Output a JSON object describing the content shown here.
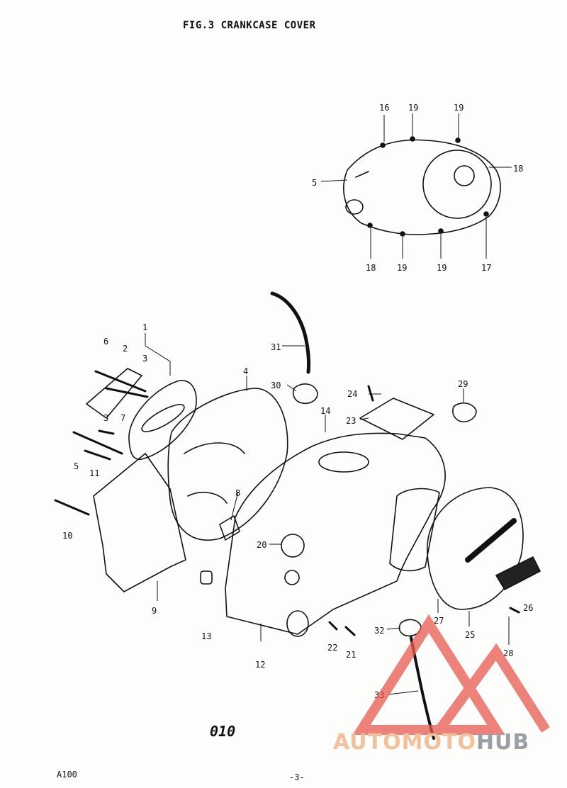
{
  "header": {
    "title": "FIG.3  CRANKCASE COVER"
  },
  "callouts": {
    "c1": "1",
    "c2": "2",
    "c3a": "3",
    "c3b": "3",
    "c4": "4",
    "c5a": "5",
    "c5b": "5",
    "c6": "6",
    "c7": "7",
    "c8": "8",
    "c9": "9",
    "c10": "10",
    "c11": "11",
    "c12": "12",
    "c13": "13",
    "c14": "14",
    "c16": "16",
    "c17": "17",
    "c18a": "18",
    "c18b": "18",
    "c19a": "19",
    "c19b": "19",
    "c19c": "19",
    "c19d": "19",
    "c20": "20",
    "c21": "21",
    "c22": "22",
    "c23": "23",
    "c24": "24",
    "c25": "25",
    "c26": "26",
    "c27": "27",
    "c28": "28",
    "c29": "29",
    "c30": "30",
    "c31": "31",
    "c32": "32",
    "c33": "33"
  },
  "footer": {
    "page_code": "010",
    "model_code": "A100",
    "page_number": "-3-"
  },
  "watermark": {
    "brand_part1": "AUTOMOTO",
    "brand_part2": "HUB",
    "color_primary": "#e85a4f",
    "color_secondary": "#9aa0a6"
  }
}
